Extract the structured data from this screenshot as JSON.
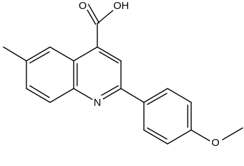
{
  "molecule": {
    "atom_labels": {
      "carboxyl_oh": "OH",
      "carbonyl_o": "O",
      "ring_nitrogen": "N",
      "methoxy_o": "O"
    },
    "colors": {
      "bond": "#000000",
      "label": "#000000",
      "background": "#ffffff"
    }
  }
}
